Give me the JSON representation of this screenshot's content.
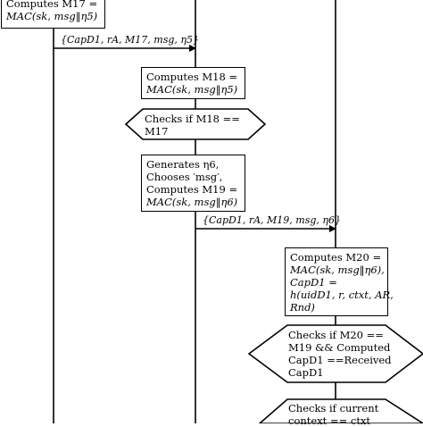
{
  "boxes": {
    "m17": [
      "Computes M17 =",
      "MAC(sk, msg‖η5)"
    ],
    "m18": [
      "Computes M18 =",
      "MAC(sk, msg‖η5)"
    ],
    "m19": [
      "Generates η6,",
      "Chooses ′msg′,",
      "Computes M19 =",
      "MAC(sk, msg‖η6)"
    ],
    "m20": [
      "Computes M20 =",
      "MAC(sk, msg‖η6),",
      "CapD1 =",
      "h(uidD1, r, ctxt, AR,",
      "Rnd)"
    ]
  },
  "checks": {
    "c1": [
      "Checks if M18 ==",
      "M17"
    ],
    "c2": [
      "Checks if M20 ==",
      "M19 && Computed",
      "CapD1 ==Received",
      "CapD1"
    ],
    "c3": [
      "Checks if current",
      "context == ctxt"
    ]
  },
  "messages": {
    "msg1": "{CapD1, rA, M17, msg, η5}",
    "msg2": "{CapD1, rA, M19, msg, η6}"
  }
}
